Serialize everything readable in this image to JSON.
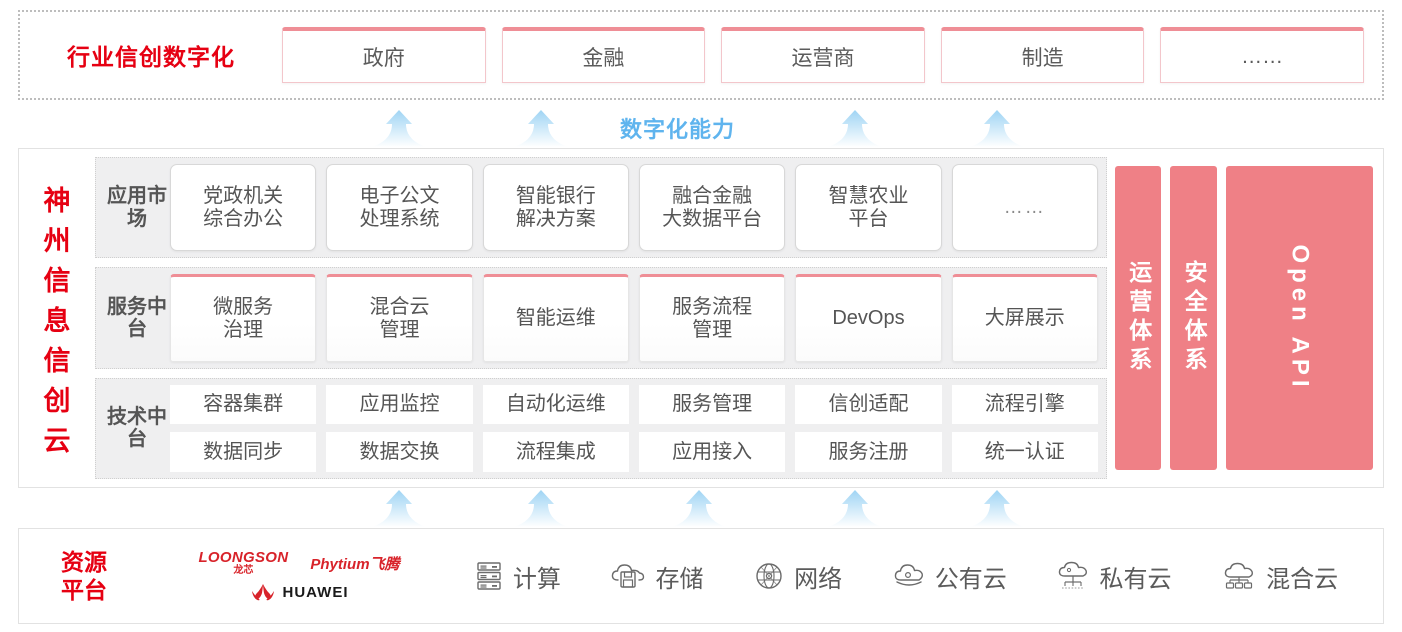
{
  "industry": {
    "title": "行业信创数字化",
    "cards": [
      {
        "label": "政府"
      },
      {
        "label": "金融"
      },
      {
        "label": "运营商"
      },
      {
        "label": "制造"
      },
      {
        "label": "……"
      }
    ]
  },
  "capability": {
    "label": "数字化能力",
    "arrow_count_top": 4,
    "arrow_count_bottom": 5
  },
  "cloud": {
    "title": "神州信息信创云",
    "layers": [
      {
        "name": "应用市场",
        "style": "rounded",
        "cells": [
          {
            "label": "党政机关\n综合办公"
          },
          {
            "label": "电子公文\n处理系统"
          },
          {
            "label": "智能银行\n解决方案"
          },
          {
            "label": "融合金融\n大数据平台"
          },
          {
            "label": "智慧农业\n平台"
          },
          {
            "label": "……"
          }
        ]
      },
      {
        "name": "服务中台",
        "style": "pinktop",
        "cells": [
          {
            "label": "微服务\n治理"
          },
          {
            "label": "混合云\n管理"
          },
          {
            "label": "智能运维"
          },
          {
            "label": "服务流程\n管理"
          },
          {
            "label": "DevOps"
          },
          {
            "label": "大屏展示"
          }
        ]
      },
      {
        "name": "技术中台",
        "style": "plain",
        "rows": [
          [
            "容器集群",
            "应用监控",
            "自动化运维",
            "服务管理",
            "信创适配",
            "流程引擎"
          ],
          [
            "数据同步",
            "数据交换",
            "流程集成",
            "应用接入",
            "服务注册",
            "统一认证"
          ]
        ]
      }
    ],
    "pillars": [
      {
        "label": "运营体系",
        "orientation": "vertical-cn"
      },
      {
        "label": "安全体系",
        "orientation": "vertical-cn"
      },
      {
        "label": "Open API",
        "orientation": "rotated-en"
      }
    ]
  },
  "resource": {
    "title": "资源\n平台",
    "logos": [
      {
        "name": "loongson-logo",
        "line1": "LOONGSON",
        "line2": "龙芯"
      },
      {
        "name": "phytium-logo",
        "text": "Phytium飞腾"
      },
      {
        "name": "huawei-logo",
        "text": "HUAWEI"
      }
    ],
    "items": [
      {
        "icon": "server-icon",
        "label": "计算"
      },
      {
        "icon": "cloud-storage-icon",
        "label": "存储"
      },
      {
        "icon": "network-globe-icon",
        "label": "网络"
      },
      {
        "icon": "public-cloud-icon",
        "label": "公有云"
      },
      {
        "icon": "private-cloud-icon",
        "label": "私有云"
      },
      {
        "icon": "hybrid-cloud-icon",
        "label": "混合云"
      }
    ]
  },
  "colors": {
    "brand_red": "#e60012",
    "pink_accent": "#ef8086",
    "card_top_border": "#ef8e96",
    "arrow_blue": "#a8d8f5",
    "capability_text": "#5fb4ee",
    "layer_bg": "#efeff0"
  }
}
